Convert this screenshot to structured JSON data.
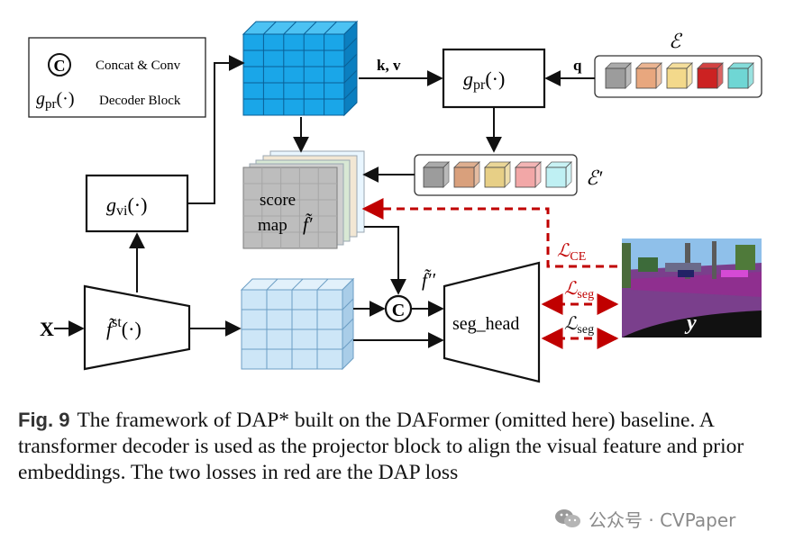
{
  "legend": {
    "concat_symbol": "C",
    "concat_label": "Concat & Conv",
    "decoder_symbol": "g",
    "decoder_sub": "pr",
    "decoder_args": "(·)",
    "decoder_label": "Decoder Block"
  },
  "diagram": {
    "kv_label": "k, v",
    "q_label": "q",
    "gpr_symbol": "g",
    "gpr_sub": "pr",
    "gpr_args": "(·)",
    "gvi_symbol": "g",
    "gvi_sub": "vi",
    "gvi_args": "(·)",
    "encoder_symbol": "f̃",
    "encoder_sup": "st",
    "encoder_args": "(·)",
    "input_label": "X",
    "score_map_line1": "score",
    "score_map_line2": "map",
    "score_map_symbol": "f̃′",
    "concat_symbol": "C",
    "fused_feature": "f̃′′",
    "seg_head_label": "seg_head",
    "embedding_label": "ℰ",
    "projected_embedding_label": "ℰ′",
    "loss_ce": "ℒ",
    "loss_ce_sub": "CE",
    "loss_seg": "ℒ",
    "loss_seg_sub": "seg",
    "target_label": "y",
    "loss_color": "#c00000",
    "embedding_colors": [
      "#9c9c9c",
      "#e8a77e",
      "#f3d98b",
      "#cc2222",
      "#6fd6d4"
    ],
    "projected_embedding_colors": [
      "#9c9c9c",
      "#d9a07c",
      "#e7cf86",
      "#f2a7a7",
      "#bff0f3"
    ]
  },
  "caption": {
    "figure_label": "Fig. 9",
    "text": "The framework of DAP* built on the DAFormer (omitted here) baseline. A transformer decoder is used as the projector block to align the visual feature and prior embeddings. The two losses in red are the DAP loss"
  },
  "watermark": {
    "text": "公众号 · CVPaper",
    "icon": "wechat-icon"
  }
}
